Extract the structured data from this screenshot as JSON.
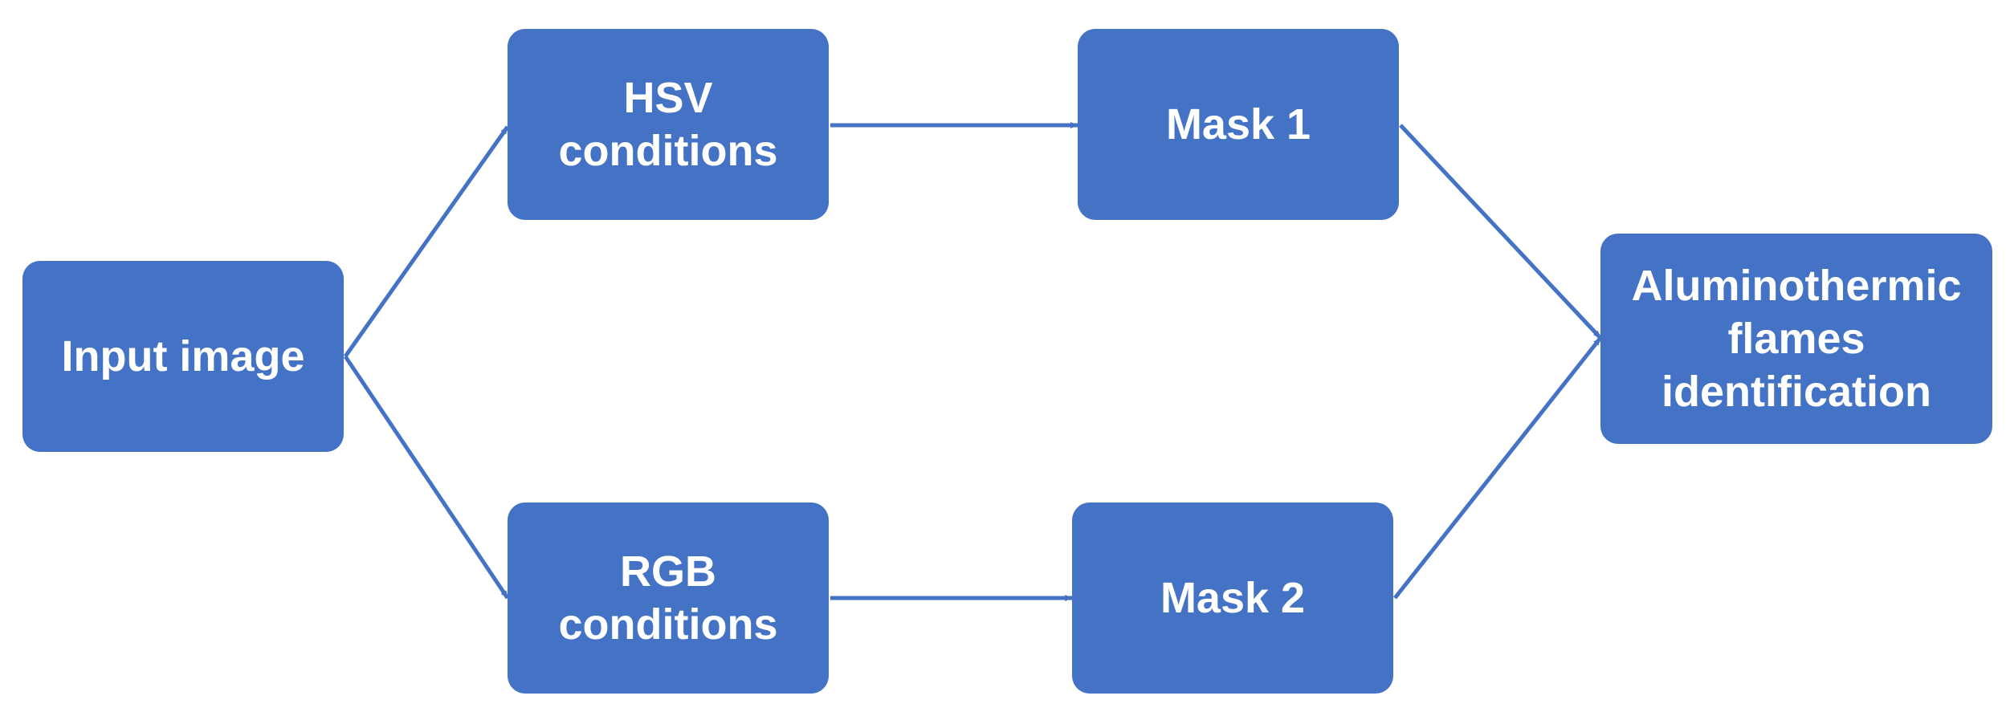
{
  "colors": {
    "box_fill": "#4472c4",
    "box_text": "#ffffff",
    "arrow": "#4472c4",
    "background": "#ffffff"
  },
  "nodes": {
    "input": {
      "label": "Input image"
    },
    "hsv": {
      "line1": "HSV",
      "line2": "conditions"
    },
    "rgb": {
      "line1": "RGB",
      "line2": "conditions"
    },
    "mask1": {
      "label": "Mask 1"
    },
    "mask2": {
      "label": "Mask 2"
    },
    "output": {
      "line1": "Aluminothermic",
      "line2": "flames",
      "line3": "identification"
    }
  },
  "edges": [
    {
      "from": "Input image",
      "to": "HSV conditions"
    },
    {
      "from": "Input image",
      "to": "RGB conditions"
    },
    {
      "from": "HSV conditions",
      "to": "Mask 1"
    },
    {
      "from": "RGB conditions",
      "to": "Mask 2"
    },
    {
      "from": "Mask 1",
      "to": "Aluminothermic flames identification"
    },
    {
      "from": "Mask 2",
      "to": "Aluminothermic flames identification"
    }
  ]
}
